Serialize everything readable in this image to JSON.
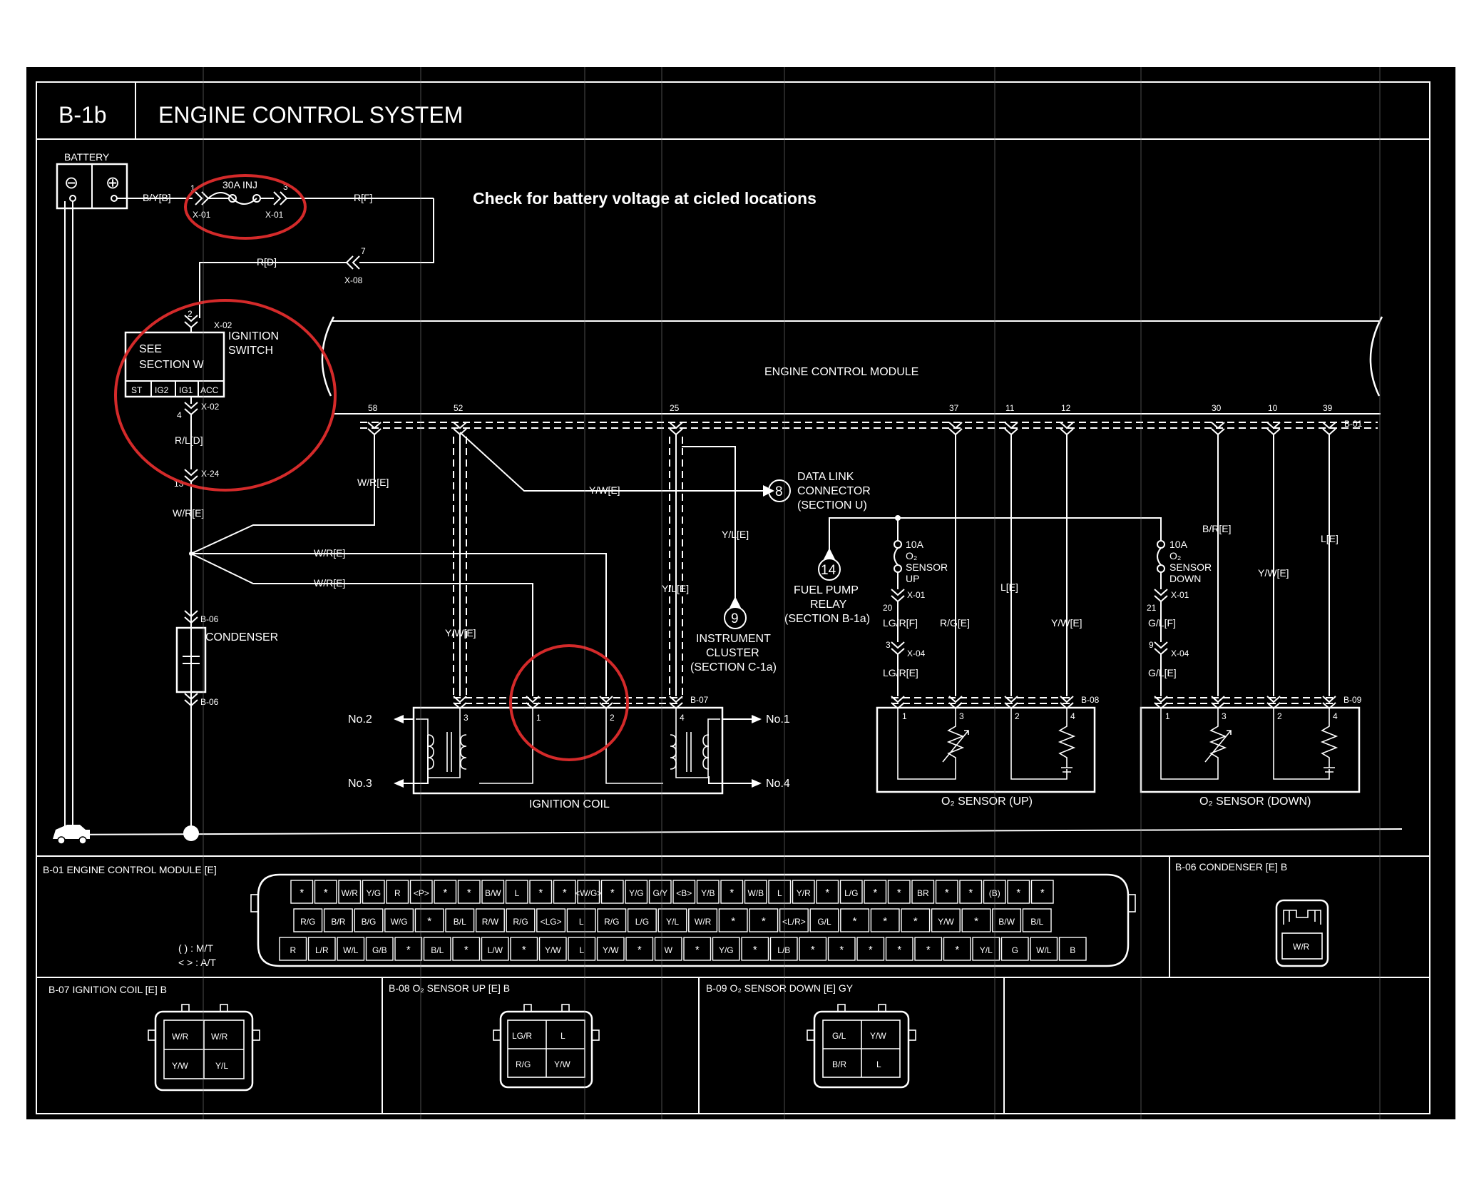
{
  "header": {
    "code": "B-1b",
    "title": "ENGINE CONTROL SYSTEM"
  },
  "annotation": "Check for battery voltage at cicled locations",
  "battery": {
    "label": "BATTERY",
    "minus": "⊖",
    "plus": "⊕",
    "wire": "B/Y[B]"
  },
  "fuse": {
    "label": "30A INJ",
    "pin_in": "1",
    "pin_out": "3",
    "conn_in": "X-01",
    "conn_out": "X-01",
    "wire_out": "R[F]"
  },
  "x08": {
    "pin": "7",
    "conn": "X-08",
    "wire": "R[D]"
  },
  "ignition_switch": {
    "label1": "IGNITION",
    "label2": "SWITCH",
    "see1": "SEE",
    "see2": "SECTION W",
    "positions": [
      "ST",
      "IG2",
      "IG1",
      "ACC"
    ],
    "top_pin": "2",
    "top_conn": "X-02",
    "bot_pin": "4",
    "bot_conn": "X-02",
    "wire_mid": "R/L[D]",
    "x24_pin": "13",
    "x24_conn": "X-24",
    "wire_out": "W/R[E]"
  },
  "ecm": {
    "label": "ENGINE CONTROL MODULE",
    "conn": "B-01",
    "pins": [
      "58",
      "52",
      "25",
      "37",
      "11",
      "12",
      "30",
      "10",
      "39"
    ]
  },
  "wires": {
    "w58": "W/R[E]",
    "wr1": "W/R[E]",
    "wr2": "W/R[E]",
    "ywe": "Y/W[E]",
    "ywe52": "Y/W[E]",
    "yle1": "Y/L[E]",
    "yle2": "Y/L[E]",
    "lgrf": "LG/R[F]",
    "lgre": "LG/R[E]",
    "rge": "R/G[E]",
    "le1": "L[E]",
    "ywe2": "Y/W[E]",
    "gl_f": "G/L[F]",
    "gl_e": "G/L[E]",
    "bre": "B/R[E]",
    "ywe3": "Y/W[E]",
    "le2": "L[E]"
  },
  "data_link": {
    "num": "8",
    "l1": "DATA LINK",
    "l2": "CONNECTOR",
    "l3": "(SECTION U)"
  },
  "instrument": {
    "num": "9",
    "l1": "INSTRUMENT",
    "l2": "CLUSTER",
    "l3": "(SECTION C-1a)"
  },
  "fuel_pump": {
    "num": "14",
    "l1": "FUEL PUMP",
    "l2": "RELAY",
    "l3": "(SECTION B-1a)"
  },
  "fuse_o2_up": {
    "l1": "10A",
    "l2": "O₂",
    "l3": "SENSOR",
    "l4": "UP",
    "pin": "20",
    "conn": "X-01",
    "x04_pin": "3",
    "x04_conn": "X-04"
  },
  "fuse_o2_down": {
    "l1": "10A",
    "l2": "O₂",
    "l3": "SENSOR",
    "l4": "DOWN",
    "pin": "21",
    "conn": "X-01",
    "x04_pin": "9",
    "x04_conn": "X-04"
  },
  "condenser": {
    "label": "CONDENSER",
    "conn_top": "B-06",
    "conn_bot": "B-06"
  },
  "ignition_coil": {
    "label": "IGNITION COIL",
    "conn": "B-07",
    "pins": [
      "3",
      "1",
      "2",
      "4"
    ],
    "no1": "No.1",
    "no2": "No.2",
    "no3": "No.3",
    "no4": "No.4"
  },
  "o2_up": {
    "label": "O₂ SENSOR (UP)",
    "conn": "B-08",
    "pins": [
      "1",
      "3",
      "2",
      "4"
    ]
  },
  "o2_down": {
    "label": "O₂ SENSOR (DOWN)",
    "conn": "B-09",
    "pins": [
      "1",
      "3",
      "2",
      "4"
    ]
  },
  "panels": {
    "b01": "B-01 ENGINE CONTROL MODULE [E]",
    "b06": "B-06 CONDENSER [E] B",
    "b07": "B-07 IGNITION COIL [E] B",
    "b08": "B-08 O₂ SENSOR UP [E] B",
    "b09": "B-09 O₂ SENSOR DOWN [E] GY"
  },
  "legend": {
    "mt": "(    ) : M/T",
    "at": "<    > : A/T"
  },
  "ecm_connector": {
    "row1": [
      "*",
      "*",
      "W/R",
      "Y/G",
      "R",
      "<P>",
      "*",
      "*",
      "B/W",
      "L",
      "*",
      "*",
      "<W/G>",
      "*",
      "Y/G",
      "G/Y",
      "<B>",
      "Y/B",
      "*",
      "W/B",
      "L",
      "Y/R",
      "*",
      "L/G",
      "*",
      "*",
      "BR",
      "*",
      "*",
      "(B)",
      "*",
      "*"
    ],
    "row2": [
      "R/G",
      "B/R",
      "B/G",
      "W/G",
      "*",
      "B/L",
      "R/W",
      "R/G",
      "<LG>",
      "L",
      "R/G",
      "L/G",
      "Y/L",
      "W/R",
      "*",
      "*",
      "<L/R>",
      "G/L",
      "*",
      "*",
      "*",
      "Y/W",
      "*",
      "B/W",
      "B/L"
    ],
    "row3": [
      "R",
      "L/R",
      "W/L",
      "G/B",
      "*",
      "B/L",
      "*",
      "L/W",
      "*",
      "Y/W",
      "L",
      "Y/W",
      "*",
      "W",
      "*",
      "Y/G",
      "*",
      "L/B",
      "*",
      "*",
      "*",
      "*",
      "*",
      "*",
      "Y/L",
      "G",
      "W/L",
      "B"
    ]
  },
  "b06_connector": {
    "cell": "W/R"
  },
  "b07_connector": {
    "cells": [
      "W/R",
      "W/R",
      "Y/W",
      "Y/L"
    ]
  },
  "b08_connector": {
    "cells": [
      "LG/R",
      "L",
      "R/G",
      "Y/W"
    ]
  },
  "b09_connector": {
    "cells": [
      "G/L",
      "Y/W",
      "B/R",
      "L"
    ]
  }
}
